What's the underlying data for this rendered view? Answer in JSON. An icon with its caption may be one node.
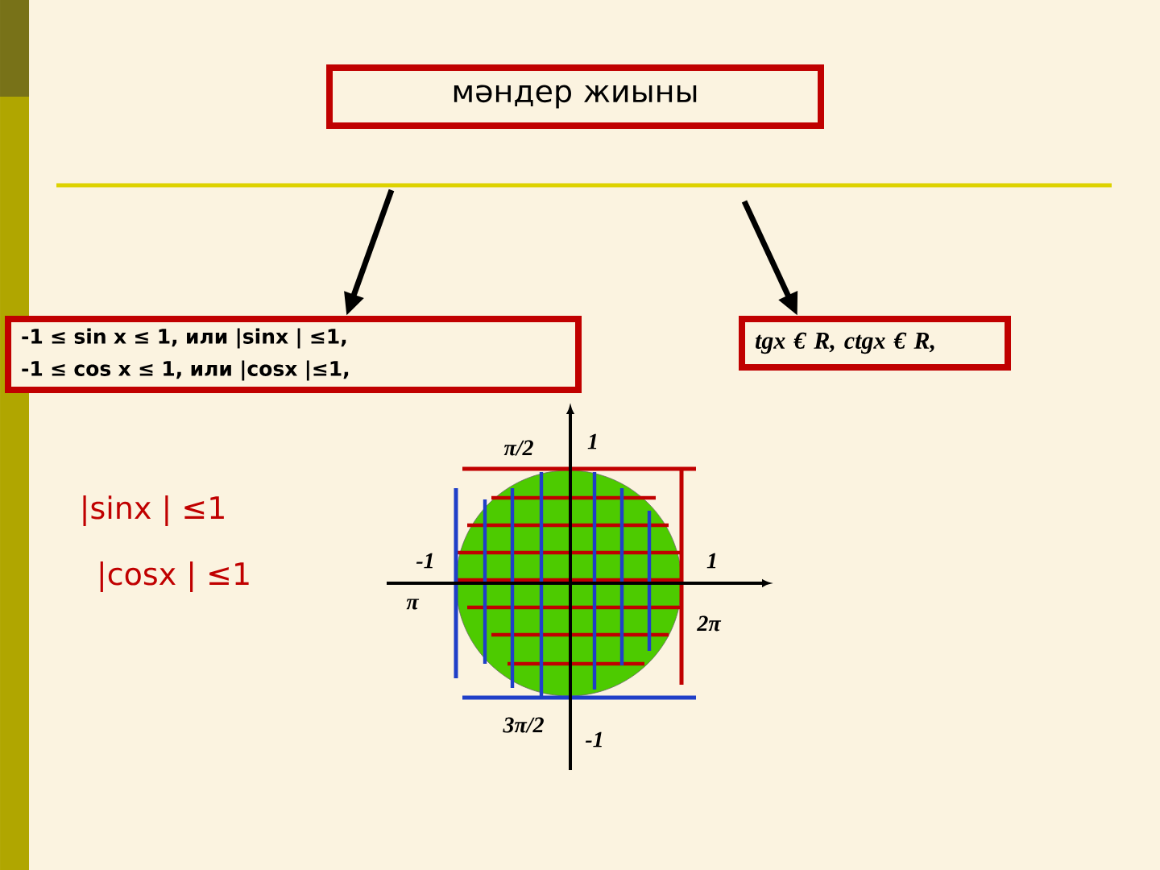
{
  "diagram": {
    "nodes": [
      {
        "text": [
          "мәндер жиыны"
        ]
      },
      {
        "text": [
          "-1 ≤ sin x ≤ 1, или |sinx | ≤1,",
          "-1 ≤ cos x ≤ 1, или |cosx |≤1,"
        ]
      },
      {
        "text": [
          "tgx € R,  ctgx € R,"
        ]
      }
    ],
    "edges": [
      {
        "from": null,
        "to": 1,
        "arrow": "to"
      },
      {
        "from": null,
        "to": 2,
        "arrow": "to"
      }
    ],
    "labels": [
      "|sinx | ≤1",
      "|cosx | ≤1",
      "π/2",
      "1",
      "-1",
      "1",
      "π",
      "2π",
      "3π/2",
      "-1"
    ]
  }
}
